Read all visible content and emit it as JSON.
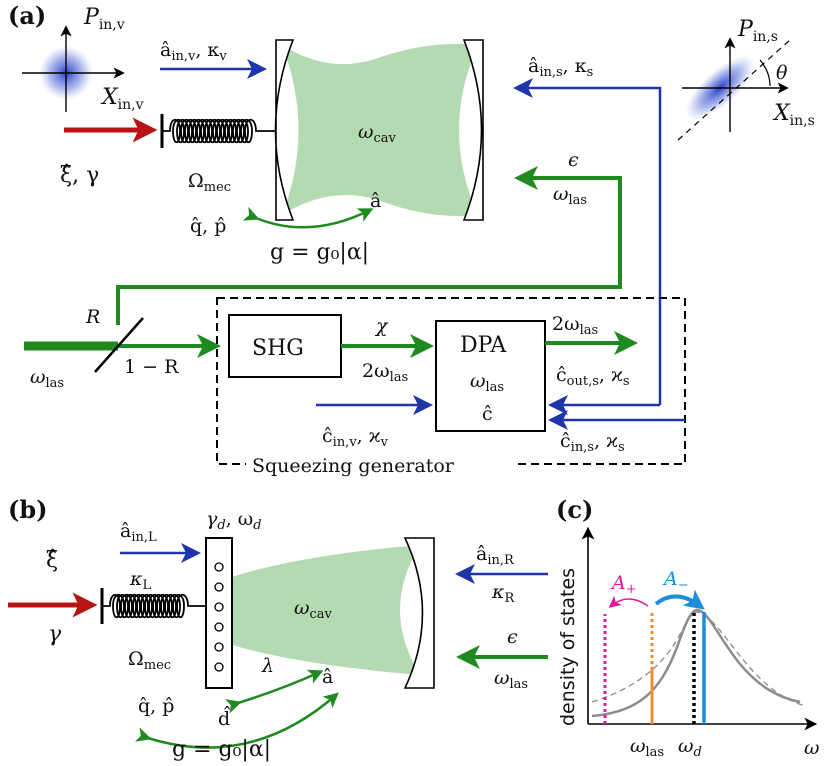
{
  "panels": {
    "a": "(a)",
    "b": "(b)",
    "c": "(c)"
  },
  "colors": {
    "green": "#1f8a1f",
    "blue": "#1f36a8",
    "red": "#b81414",
    "cavity_fill": "#b3dab0",
    "magenta": "#e0199a",
    "orange": "#f08c2e",
    "cyan": "#1b8fdc",
    "gray": "#8c8c8c",
    "black": "#000000"
  },
  "a": {
    "P_in_v": "P",
    "P_in_v_sub": "in,v",
    "X_in_v": "X",
    "X_in_v_sub": "in,v",
    "a_in_v": "â",
    "a_in_v_sub": "in,v",
    "kappa_v": ", κ",
    "kappa_v_sub": "v",
    "xi_gamma": "ξ̂, γ",
    "Omega_mec": "Ω",
    "Omega_mec_sub": "mec",
    "omega_cav": "ω",
    "omega_cav_sub": "cav",
    "a_hat": "â",
    "q_p": "q̂, p̂",
    "coupling": "g = g₀|α|",
    "P_in_s": "P",
    "P_in_s_sub": "in,s",
    "X_in_s": "X",
    "X_in_s_sub": "in,s",
    "theta": "θ",
    "a_in_s": "â",
    "a_in_s_sub": "in,s",
    "kappa_s": ", κ",
    "kappa_s_sub": "s",
    "epsilon": "ϵ",
    "omega_las": "ω",
    "omega_las_sub": "las",
    "R": "R",
    "one_minus_R": "1 − R",
    "SHG": "SHG",
    "chi": "χ",
    "two_omega_las": "2ω",
    "two_omega_las_sub": "las",
    "DPA": "DPA",
    "dpa_omega_las": "ω",
    "dpa_omega_las_sub": "las",
    "c_hat": "ĉ",
    "two_omega_las_out": "2ω",
    "two_omega_las_out_sub": "las",
    "c_out_s": "ĉ",
    "c_out_s_sub": "out,s",
    "varkappa_s1": ", ϰ",
    "varkappa_s1_sub": "s",
    "c_in_v": "ĉ",
    "c_in_v_sub": "in,v",
    "varkappa_v": ", ϰ",
    "varkappa_v_sub": "v",
    "c_in_s": "ĉ",
    "c_in_s_sub": "in,s",
    "varkappa_s2": ", ϰ",
    "varkappa_s2_sub": "s",
    "squeezing_generator": "Squeezing generator",
    "omega_las_input": "ω",
    "omega_las_input_sub": "las"
  },
  "b": {
    "xi": "ξ̂",
    "gamma": "γ",
    "a_in_L": "â",
    "a_in_L_sub": "in,L",
    "kappa_L": "κ",
    "kappa_L_sub": "L",
    "gamma_d": "γ",
    "gamma_d_sub": "d",
    "omega_d": ", ω",
    "omega_d_sub": "d",
    "Omega_mec": "Ω",
    "Omega_mec_sub": "mec",
    "omega_cav": "ω",
    "omega_cav_sub": "cav",
    "lambda": "λ",
    "a_hat": "â",
    "d_hat": "d̂",
    "q_p": "q̂, p̂",
    "coupling": "g = g₀|α|",
    "a_in_R": "â",
    "a_in_R_sub": "in,R",
    "kappa_R": "κ",
    "kappa_R_sub": "R",
    "epsilon": "ϵ",
    "omega_las": "ω",
    "omega_las_sub": "las"
  },
  "c": {
    "ylabel": "density of states",
    "xlabel": "ω",
    "A_plus": "A",
    "A_plus_sub": "+",
    "A_minus": "A",
    "A_minus_sub": "−",
    "omega_las": "ω",
    "omega_las_sub": "las",
    "omega_d": "ω",
    "omega_d_sub": "d"
  }
}
